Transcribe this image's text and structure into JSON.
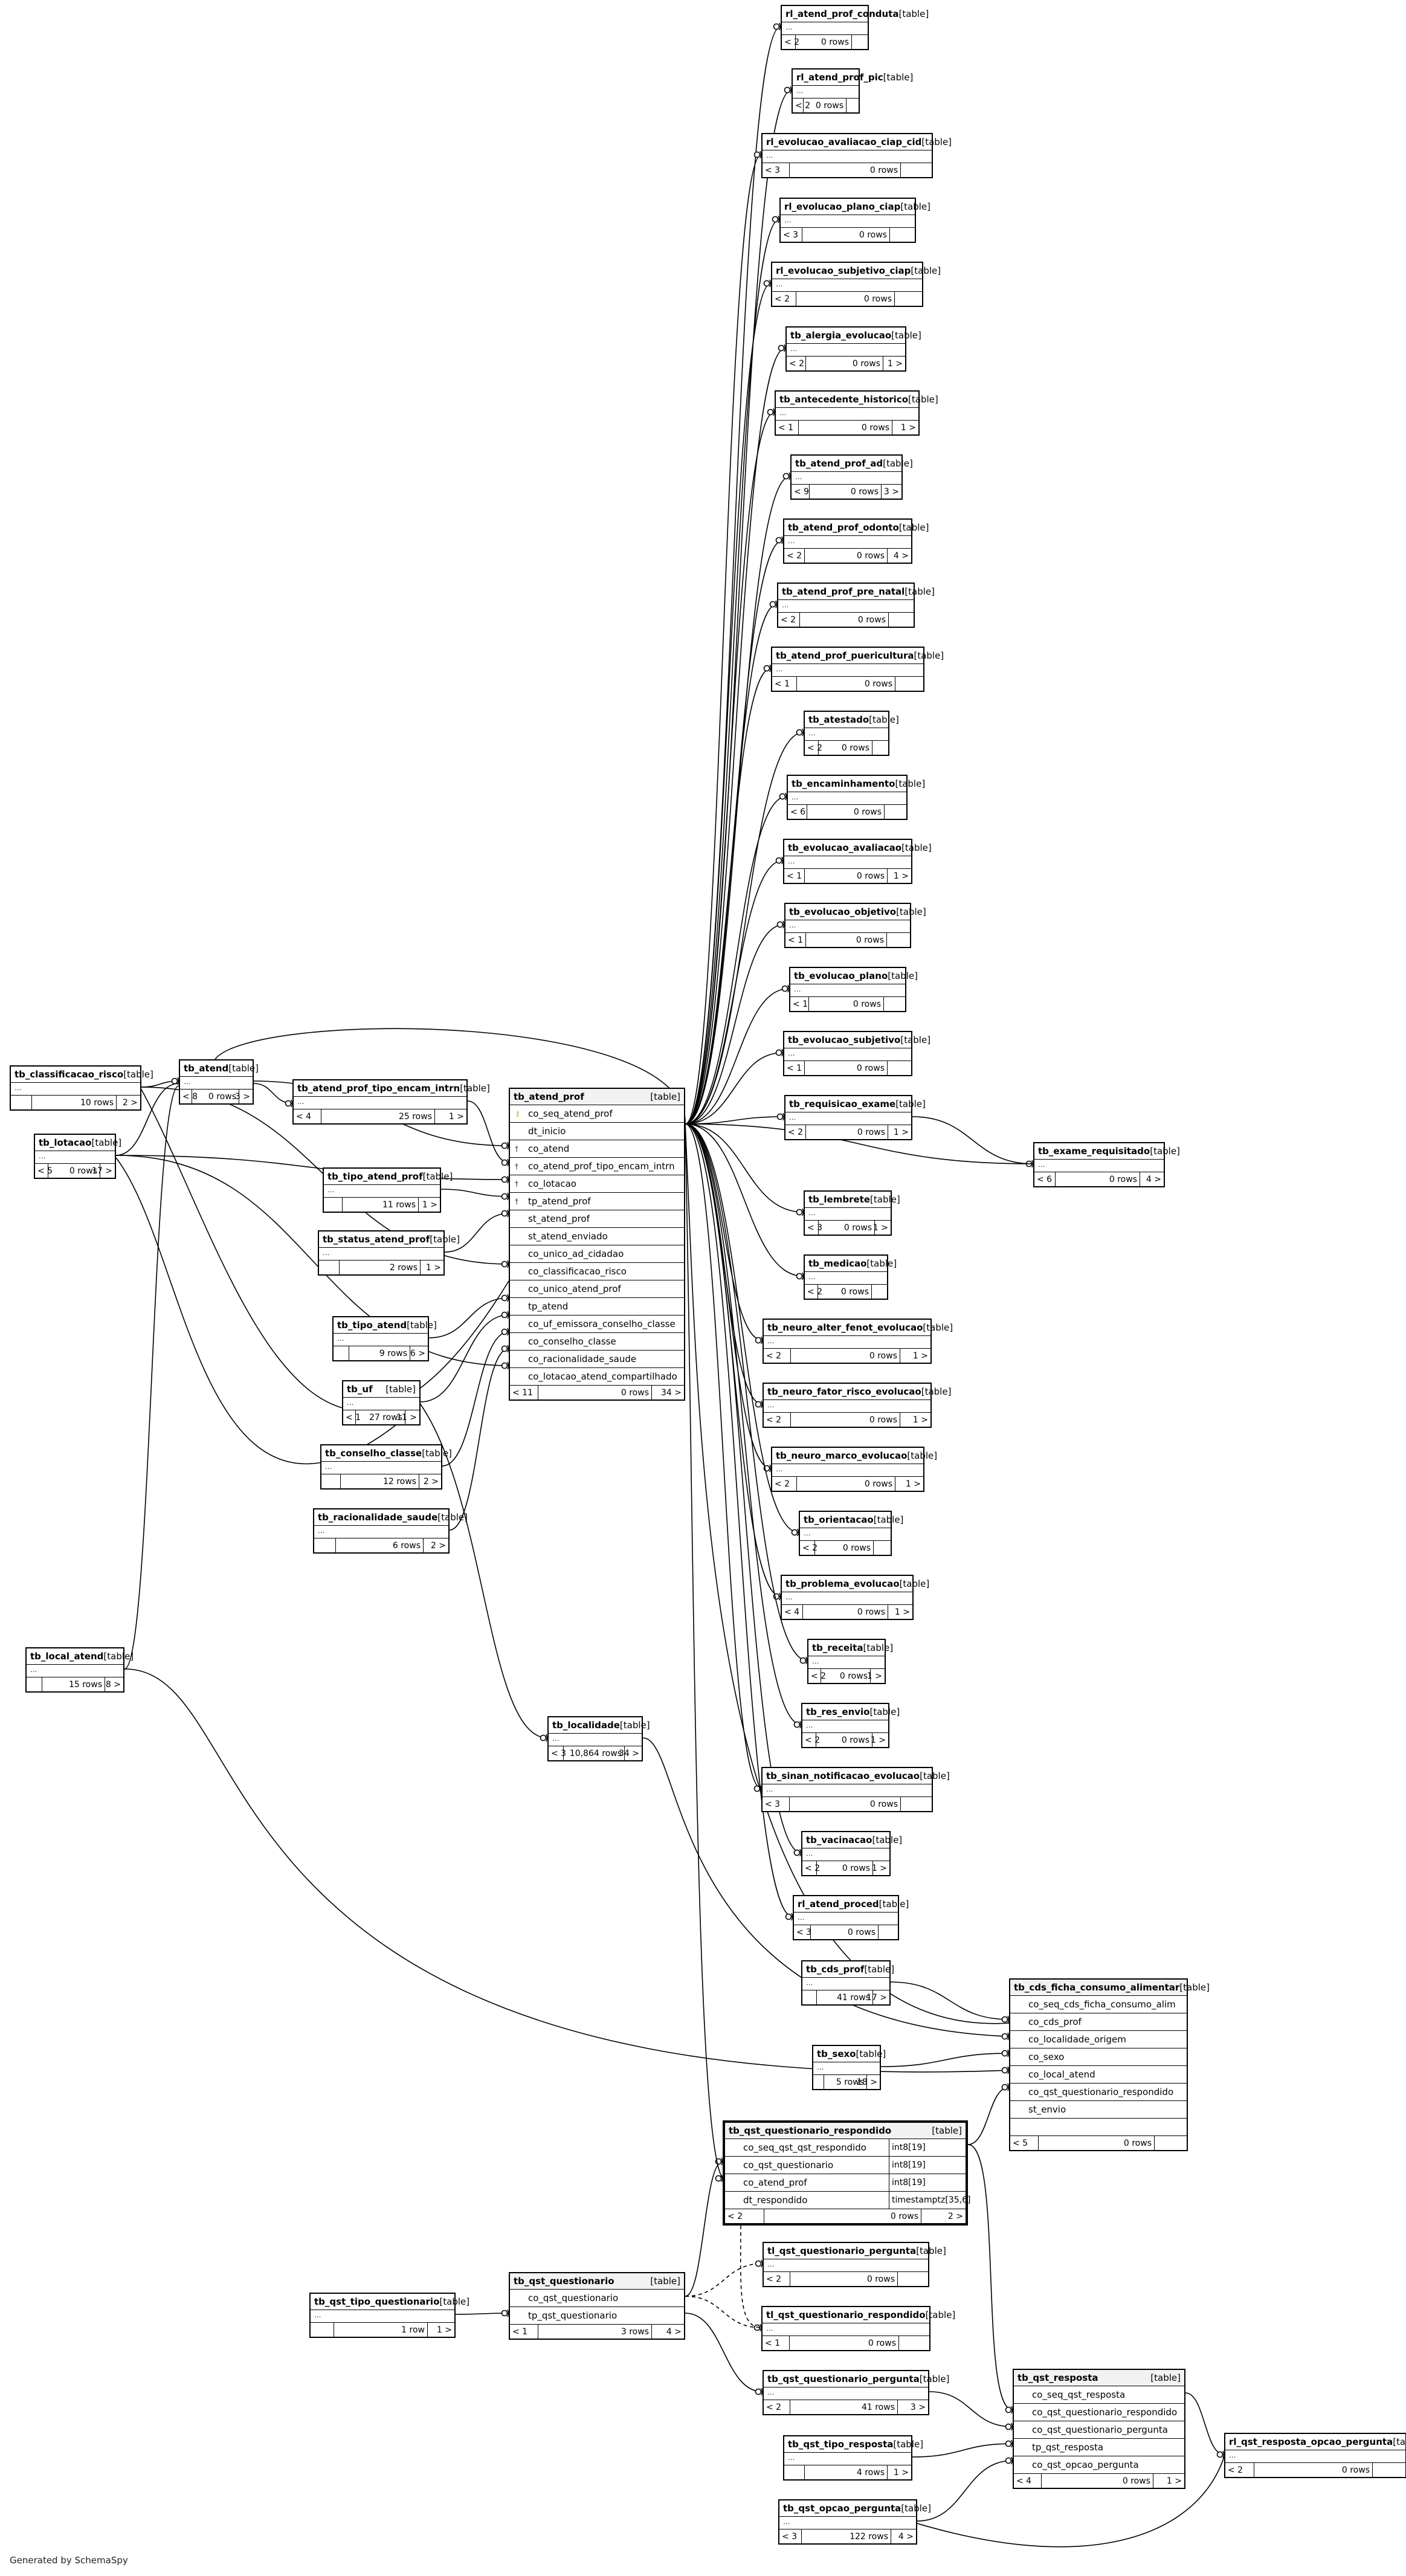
{
  "generated_by": "Generated by SchemaSpy",
  "dots": "...",
  "tables": [
    {
      "id": "rl_atend_prof_conduta",
      "name": "rl_atend_prof_conduta",
      "kind": "[table]",
      "left": "< 2",
      "rows": "0 rows",
      "right": ""
    },
    {
      "id": "rl_atend_prof_pic",
      "name": "rl_atend_prof_pic",
      "kind": "[table]",
      "left": "< 2",
      "rows": "0 rows",
      "right": ""
    },
    {
      "id": "rl_evolucao_avaliacao_ciap_cid",
      "name": "rl_evolucao_avaliacao_ciap_cid",
      "kind": "[table]",
      "left": "< 3",
      "rows": "0 rows",
      "right": ""
    },
    {
      "id": "rl_evolucao_plano_ciap",
      "name": "rl_evolucao_plano_ciap",
      "kind": "[table]",
      "left": "< 3",
      "rows": "0 rows",
      "right": ""
    },
    {
      "id": "rl_evolucao_subjetivo_ciap",
      "name": "rl_evolucao_subjetivo_ciap",
      "kind": "[table]",
      "left": "< 2",
      "rows": "0 rows",
      "right": ""
    },
    {
      "id": "tb_alergia_evolucao",
      "name": "tb_alergia_evolucao",
      "kind": "[table]",
      "left": "< 2",
      "rows": "0 rows",
      "right": "1 >"
    },
    {
      "id": "tb_antecedente_historico",
      "name": "tb_antecedente_historico",
      "kind": "[table]",
      "left": "< 1",
      "rows": "0 rows",
      "right": "1 >"
    },
    {
      "id": "tb_atend_prof_ad",
      "name": "tb_atend_prof_ad",
      "kind": "[table]",
      "left": "< 9",
      "rows": "0 rows",
      "right": "3 >"
    },
    {
      "id": "tb_atend_prof_odonto",
      "name": "tb_atend_prof_odonto",
      "kind": "[table]",
      "left": "< 2",
      "rows": "0 rows",
      "right": "4 >"
    },
    {
      "id": "tb_atend_prof_pre_natal",
      "name": "tb_atend_prof_pre_natal",
      "kind": "[table]",
      "left": "< 2",
      "rows": "0 rows",
      "right": ""
    },
    {
      "id": "tb_atend_prof_puericultura",
      "name": "tb_atend_prof_puericultura",
      "kind": "[table]",
      "left": "< 1",
      "rows": "0 rows",
      "right": ""
    },
    {
      "id": "tb_atestado",
      "name": "tb_atestado",
      "kind": "[table]",
      "left": "< 2",
      "rows": "0 rows",
      "right": ""
    },
    {
      "id": "tb_encaminhamento",
      "name": "tb_encaminhamento",
      "kind": "[table]",
      "left": "< 6",
      "rows": "0 rows",
      "right": ""
    },
    {
      "id": "tb_evolucao_avaliacao",
      "name": "tb_evolucao_avaliacao",
      "kind": "[table]",
      "left": "< 1",
      "rows": "0 rows",
      "right": "1 >"
    },
    {
      "id": "tb_evolucao_objetivo",
      "name": "tb_evolucao_objetivo",
      "kind": "[table]",
      "left": "< 1",
      "rows": "0 rows",
      "right": ""
    },
    {
      "id": "tb_evolucao_plano",
      "name": "tb_evolucao_plano",
      "kind": "[table]",
      "left": "< 1",
      "rows": "0 rows",
      "right": ""
    },
    {
      "id": "tb_evolucao_subjetivo",
      "name": "tb_evolucao_subjetivo",
      "kind": "[table]",
      "left": "< 1",
      "rows": "0 rows",
      "right": ""
    },
    {
      "id": "tb_requisicao_exame",
      "name": "tb_requisicao_exame",
      "kind": "[table]",
      "left": "< 2",
      "rows": "0 rows",
      "right": "1 >"
    },
    {
      "id": "tb_exame_requisitado",
      "name": "tb_exame_requisitado",
      "kind": "[table]",
      "left": "< 6",
      "rows": "0 rows",
      "right": "4 >"
    },
    {
      "id": "tb_lembrete",
      "name": "tb_lembrete",
      "kind": "[table]",
      "left": "< 3",
      "rows": "0 rows",
      "right": "1 >"
    },
    {
      "id": "tb_medicao",
      "name": "tb_medicao",
      "kind": "[table]",
      "left": "< 2",
      "rows": "0 rows",
      "right": ""
    },
    {
      "id": "tb_neuro_alter_fenot_evolucao",
      "name": "tb_neuro_alter_fenot_evolucao",
      "kind": "[table]",
      "left": "< 2",
      "rows": "0 rows",
      "right": "1 >"
    },
    {
      "id": "tb_neuro_fator_risco_evolucao",
      "name": "tb_neuro_fator_risco_evolucao",
      "kind": "[table]",
      "left": "< 2",
      "rows": "0 rows",
      "right": "1 >"
    },
    {
      "id": "tb_neuro_marco_evolucao",
      "name": "tb_neuro_marco_evolucao",
      "kind": "[table]",
      "left": "< 2",
      "rows": "0 rows",
      "right": "1 >"
    },
    {
      "id": "tb_orientacao",
      "name": "tb_orientacao",
      "kind": "[table]",
      "left": "< 2",
      "rows": "0 rows",
      "right": ""
    },
    {
      "id": "tb_problema_evolucao",
      "name": "tb_problema_evolucao",
      "kind": "[table]",
      "left": "< 4",
      "rows": "0 rows",
      "right": "1 >"
    },
    {
      "id": "tb_receita",
      "name": "tb_receita",
      "kind": "[table]",
      "left": "< 2",
      "rows": "0 rows",
      "right": "1 >"
    },
    {
      "id": "tb_res_envio",
      "name": "tb_res_envio",
      "kind": "[table]",
      "left": "< 2",
      "rows": "0 rows",
      "right": "1 >"
    },
    {
      "id": "tb_sinan_notificacao_evolucao",
      "name": "tb_sinan_notificacao_evolucao",
      "kind": "[table]",
      "left": "< 3",
      "rows": "0 rows",
      "right": ""
    },
    {
      "id": "tb_vacinacao",
      "name": "tb_vacinacao",
      "kind": "[table]",
      "left": "< 2",
      "rows": "0 rows",
      "right": "1 >"
    },
    {
      "id": "rl_atend_proced",
      "name": "rl_atend_proced",
      "kind": "[table]",
      "left": "< 3",
      "rows": "0 rows",
      "right": ""
    },
    {
      "id": "tb_cds_prof",
      "name": "tb_cds_prof",
      "kind": "[table]",
      "left": "",
      "rows": "41 rows",
      "right": "17 >"
    },
    {
      "id": "tb_sexo",
      "name": "tb_sexo",
      "kind": "[table]",
      "left": "",
      "rows": "5 rows",
      "right": "18 >"
    },
    {
      "id": "tb_classificacao_risco",
      "name": "tb_classificacao_risco",
      "kind": "[table]",
      "left": "",
      "rows": "10 rows",
      "right": "2 >"
    },
    {
      "id": "tb_atend",
      "name": "tb_atend",
      "kind": "[table]",
      "left": "< 8",
      "rows": "0 rows",
      "right": "3 >"
    },
    {
      "id": "tb_atend_prof_tipo_encam_intrn",
      "name": "tb_atend_prof_tipo_encam_intrn",
      "kind": "[table]",
      "left": "< 4",
      "rows": "25 rows",
      "right": "1 >"
    },
    {
      "id": "tb_lotacao",
      "name": "tb_lotacao",
      "kind": "[table]",
      "left": "< 5",
      "rows": "0 rows",
      "right": "17 >"
    },
    {
      "id": "tb_tipo_atend_prof",
      "name": "tb_tipo_atend_prof",
      "kind": "[table]",
      "left": "",
      "rows": "11 rows",
      "right": "1 >"
    },
    {
      "id": "tb_status_atend_prof",
      "name": "tb_status_atend_prof",
      "kind": "[table]",
      "left": "",
      "rows": "2 rows",
      "right": "1 >"
    },
    {
      "id": "tb_tipo_atend",
      "name": "tb_tipo_atend",
      "kind": "[table]",
      "left": "",
      "rows": "9 rows",
      "right": "6 >"
    },
    {
      "id": "tb_uf",
      "name": "tb_uf",
      "kind": "[table]",
      "left": "< 1",
      "rows": "27 rows",
      "right": "11 >"
    },
    {
      "id": "tb_conselho_classe",
      "name": "tb_conselho_classe",
      "kind": "[table]",
      "left": "",
      "rows": "12 rows",
      "right": "2 >"
    },
    {
      "id": "tb_racionalidade_saude",
      "name": "tb_racionalidade_saude",
      "kind": "[table]",
      "left": "",
      "rows": "6 rows",
      "right": "2 >"
    },
    {
      "id": "tb_local_atend",
      "name": "tb_local_atend",
      "kind": "[table]",
      "left": "",
      "rows": "15 rows",
      "right": "8 >"
    },
    {
      "id": "tb_localidade",
      "name": "tb_localidade",
      "kind": "[table]",
      "left": "< 3",
      "rows": "10,864 rows",
      "right": "34 >"
    },
    {
      "id": "tl_qst_questionario_pergunta",
      "name": "tl_qst_questionario_pergunta",
      "kind": "[table]",
      "left": "< 2",
      "rows": "0 rows",
      "right": ""
    },
    {
      "id": "tl_qst_questionario_respondido",
      "name": "tl_qst_questionario_respondido",
      "kind": "[table]",
      "left": "< 1",
      "rows": "0 rows",
      "right": ""
    },
    {
      "id": "tb_qst_questionario_pergunta",
      "name": "tb_qst_questionario_pergunta",
      "kind": "[table]",
      "left": "< 2",
      "rows": "41 rows",
      "right": "3 >"
    },
    {
      "id": "tb_qst_tipo_questionario",
      "name": "tb_qst_tipo_questionario",
      "kind": "[table]",
      "left": "",
      "rows": "1 row",
      "right": "1 >"
    },
    {
      "id": "tb_qst_tipo_resposta",
      "name": "tb_qst_tipo_resposta",
      "kind": "[table]",
      "left": "",
      "rows": "4 rows",
      "right": "1 >"
    },
    {
      "id": "tb_qst_opcao_pergunta",
      "name": "tb_qst_opcao_pergunta",
      "kind": "[table]",
      "left": "< 3",
      "rows": "122 rows",
      "right": "4 >"
    },
    {
      "id": "rl_qst_resposta_opcao_pergunta",
      "name": "rl_qst_resposta_opcao_pergunta",
      "kind": "[table]",
      "left": "< 2",
      "rows": "0 rows",
      "right": ""
    }
  ],
  "detailed": [
    {
      "id": "tb_atend_prof",
      "name": "tb_atend_prof",
      "kind": "[table]",
      "left": "< 11",
      "rows": "0 rows",
      "right": "34 >",
      "columns": [
        {
          "icon": "pk",
          "name": "co_seq_atend_prof"
        },
        {
          "icon": "",
          "name": "dt_inicio"
        },
        {
          "icon": "fk",
          "name": "co_atend"
        },
        {
          "icon": "fk",
          "name": "co_atend_prof_tipo_encam_intrn"
        },
        {
          "icon": "fk",
          "name": "co_lotacao"
        },
        {
          "icon": "fk",
          "name": "tp_atend_prof"
        },
        {
          "icon": "",
          "name": "st_atend_prof"
        },
        {
          "icon": "",
          "name": "st_atend_enviado"
        },
        {
          "icon": "",
          "name": "co_unico_ad_cidadao"
        },
        {
          "icon": "",
          "name": "co_classificacao_risco"
        },
        {
          "icon": "",
          "name": "co_unico_atend_prof"
        },
        {
          "icon": "",
          "name": "tp_atend"
        },
        {
          "icon": "",
          "name": "co_uf_emissora_conselho_classe"
        },
        {
          "icon": "",
          "name": "co_conselho_classe"
        },
        {
          "icon": "",
          "name": "co_racionalidade_saude"
        },
        {
          "icon": "",
          "name": "co_lotacao_atend_compartilhado"
        }
      ]
    },
    {
      "id": "tb_cds_ficha_consumo_alimentar",
      "name": "tb_cds_ficha_consumo_alimentar",
      "kind": "[table]",
      "left": "< 5",
      "rows": "0 rows",
      "right": "",
      "columns": [
        {
          "icon": "",
          "name": "co_seq_cds_ficha_consumo_alim"
        },
        {
          "icon": "",
          "name": "co_cds_prof"
        },
        {
          "icon": "",
          "name": "co_localidade_origem"
        },
        {
          "icon": "",
          "name": "co_sexo"
        },
        {
          "icon": "",
          "name": "co_local_atend"
        },
        {
          "icon": "",
          "name": "co_qst_questionario_respondido"
        },
        {
          "icon": "",
          "name": "st_envio"
        }
      ]
    },
    {
      "id": "tb_qst_questionario_respondido",
      "name": "tb_qst_questionario_respondido",
      "kind": "[table]",
      "left": "< 2",
      "rows": "0 rows",
      "right": "2 >",
      "columns": [
        {
          "icon": "",
          "name": "co_seq_qst_qst_respondido",
          "type": "int8[19]"
        },
        {
          "icon": "",
          "name": "co_qst_questionario",
          "type": "int8[19]"
        },
        {
          "icon": "",
          "name": "co_atend_prof",
          "type": "int8[19]"
        },
        {
          "icon": "",
          "name": "dt_respondido",
          "type": "timestamptz[35,6]"
        }
      ]
    },
    {
      "id": "tb_qst_questionario",
      "name": "tb_qst_questionario",
      "kind": "[table]",
      "left": "< 1",
      "rows": "3 rows",
      "right": "4 >",
      "columns": [
        {
          "icon": "",
          "name": "co_qst_questionario"
        },
        {
          "icon": "",
          "name": "tp_qst_questionario"
        }
      ]
    },
    {
      "id": "tb_qst_resposta",
      "name": "tb_qst_resposta",
      "kind": "[table]",
      "left": "< 4",
      "rows": "0 rows",
      "right": "1 >",
      "columns": [
        {
          "icon": "",
          "name": "co_seq_qst_resposta"
        },
        {
          "icon": "",
          "name": "co_qst_questionario_respondido"
        },
        {
          "icon": "",
          "name": "co_qst_questionario_pergunta"
        },
        {
          "icon": "",
          "name": "tp_qst_resposta"
        },
        {
          "icon": "",
          "name": "co_qst_opcao_pergunta"
        }
      ]
    }
  ]
}
